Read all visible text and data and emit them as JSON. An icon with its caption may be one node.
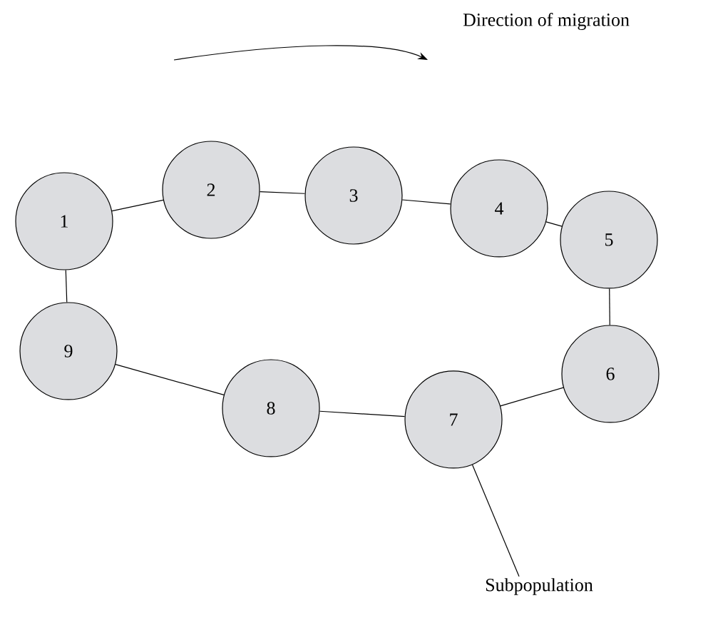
{
  "diagram": {
    "nodes": [
      {
        "text": [
          "1"
        ]
      },
      {
        "text": [
          "2"
        ]
      },
      {
        "text": [
          "3"
        ]
      },
      {
        "text": [
          "4"
        ]
      },
      {
        "text": [
          "5"
        ]
      },
      {
        "text": [
          "6"
        ]
      },
      {
        "text": [
          "7"
        ]
      },
      {
        "text": [
          "8"
        ]
      },
      {
        "text": [
          "9"
        ]
      },
      {
        "text": [
          "Subpopulation"
        ]
      }
    ],
    "edges": [
      {
        "from": 0,
        "to": 1,
        "arrow": "none"
      },
      {
        "from": 1,
        "to": 2,
        "arrow": "none"
      },
      {
        "from": 2,
        "to": 3,
        "arrow": "none"
      },
      {
        "from": 3,
        "to": 4,
        "arrow": "none"
      },
      {
        "from": 4,
        "to": 5,
        "arrow": "none"
      },
      {
        "from": 5,
        "to": 6,
        "arrow": "none"
      },
      {
        "from": 6,
        "to": 7,
        "arrow": "none"
      },
      {
        "from": 7,
        "to": 8,
        "arrow": "none"
      },
      {
        "from": 8,
        "to": 0,
        "arrow": "none"
      },
      {
        "from": 9,
        "to": 6,
        "arrow": "none"
      }
    ],
    "labels": [
      "Direction of migration"
    ]
  }
}
